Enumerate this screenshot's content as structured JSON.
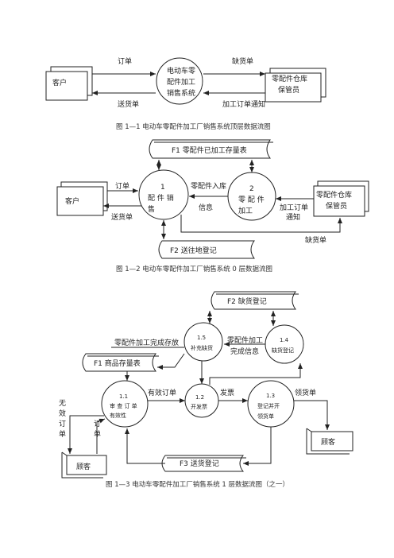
{
  "diagram1": {
    "entity_customer": "客户",
    "entity_keeper_line1": "零配件仓库",
    "entity_keeper_line2": "保管员",
    "process_line1": "电动车零",
    "process_line2": "配件加工",
    "process_line3": "销售系统",
    "flow_order": "订单",
    "flow_shortage": "缺货单",
    "flow_delivery": "送货单",
    "flow_process_notice": "加工订单通知",
    "caption": "图 1—1 电动车零配件加工厂销售系统顶层数据流图"
  },
  "diagram2": {
    "store_f1": "F1  零配件已加工存量表",
    "store_f2": "F2  送往地登记",
    "entity_customer": "客户",
    "entity_keeper_line1": "零配件仓库",
    "entity_keeper_line2": "保管员",
    "proc1_num": "1",
    "proc1_line1": "配 件 销",
    "proc1_line2": "售",
    "proc2_num": "2",
    "proc2_line1": "零 配 件",
    "proc2_line2": "加工",
    "flow_order": "订单",
    "flow_delivery": "送货单",
    "flow_instock_1": "零配件入库",
    "flow_instock_2": "信息",
    "flow_notice_1": "加工订单",
    "flow_notice_2": "通知",
    "flow_shortage": "缺货单",
    "caption": "图 1—2 电动车零配件加工厂销售系统 0 层数据流图"
  },
  "diagram3": {
    "store_f2": "F2  缺货登记",
    "store_f1": "F1 商品存量表",
    "store_f3": "F3  送货登记",
    "p15_num": "1.5",
    "p15_name": "补充缺货",
    "p14_num": "1.4",
    "p14_name": "缺货登记",
    "p11_num": "1.1",
    "p11_line1": "审 查 订 单",
    "p11_line2": "有效性",
    "p12_num": "1.2",
    "p12_name": "开发票",
    "p13_num": "1.3",
    "p13_line1": "登记并开",
    "p13_line2": "领货单",
    "flow_complete_store": "零配件加工完成存放",
    "flow_complete_info_1": "零配件加工",
    "flow_complete_info_2": "完成信息",
    "flow_valid_order": "有效订单",
    "flow_invoice": "发票",
    "flow_pick_list": "领货单",
    "flow_invalid_order": [
      "无",
      "效",
      "订",
      "单"
    ],
    "flow_order": [
      "订",
      "单"
    ],
    "entity_customer_left": "顾客",
    "entity_customer_right": "顾客",
    "caption": "图 1—3 电动车零配件加工厂销售系统 1 层数据流图（之一）"
  }
}
